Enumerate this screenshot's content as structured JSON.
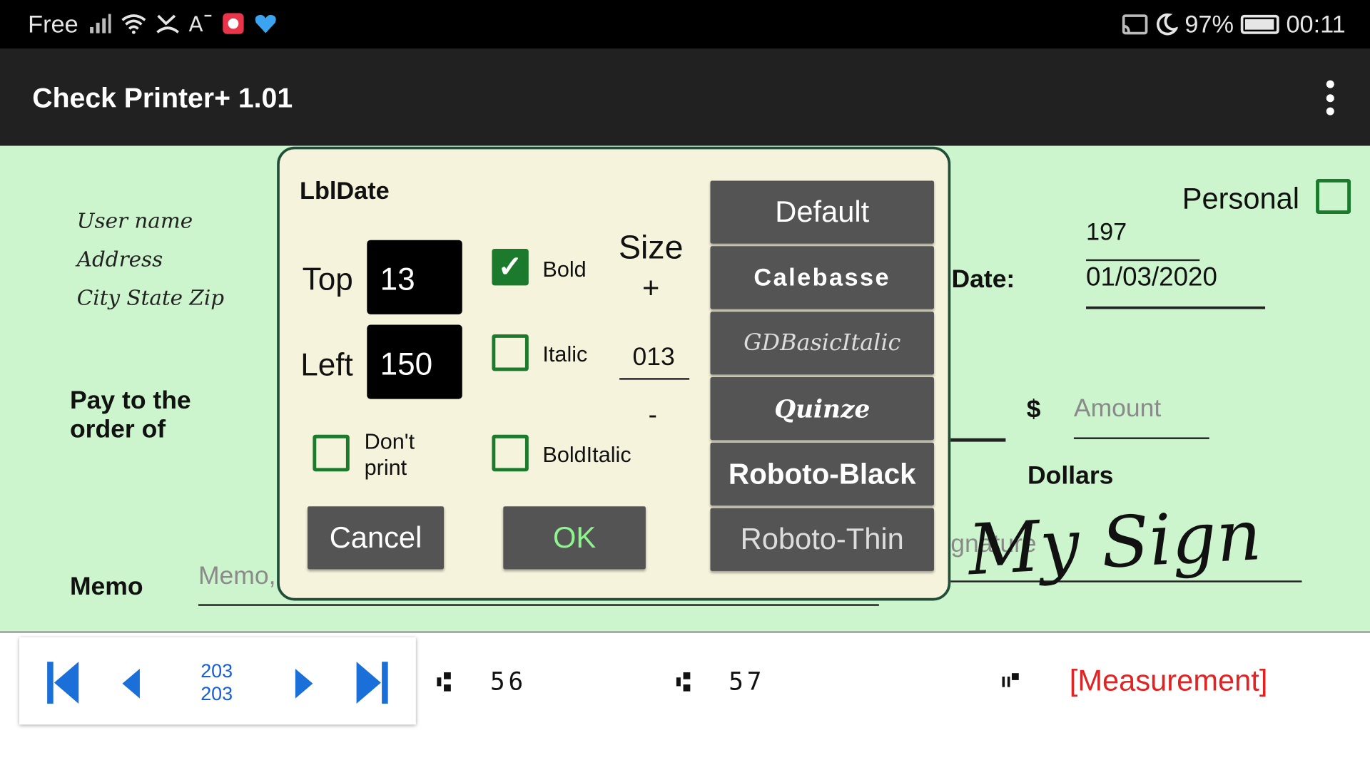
{
  "status_bar": {
    "carrier": "Free",
    "battery": "97%",
    "time": "00:11"
  },
  "app_bar": {
    "title": "Check Printer+ 1.01"
  },
  "check": {
    "user_name": "User name",
    "address": "Address",
    "city_state_zip": "City State Zip",
    "personal_label": "Personal",
    "check_number": "197",
    "date_label": "Date:",
    "date_value": "01/03/2020",
    "pay_to_label": "Pay to the order of",
    "dollar_sign": "$",
    "amount_placeholder": "Amount",
    "dollars_label": "Dollars",
    "memo_label": "Memo",
    "memo_placeholder": "Memo,",
    "signature_placeholder": "gnature",
    "signature_text": "My Sign"
  },
  "dialog": {
    "title": "LblDate",
    "top_label": "Top",
    "top_value": "13",
    "left_label": "Left",
    "left_value": "150",
    "bold_label": "Bold",
    "bold_checked": true,
    "italic_label": "Italic",
    "italic_checked": false,
    "bolditalic_label": "BoldItalic",
    "bolditalic_checked": false,
    "dont_print_label": "Don't print",
    "dont_print_checked": false,
    "size_label": "Size",
    "size_plus": "+",
    "size_value": "013",
    "size_minus": "-",
    "cancel_label": "Cancel",
    "ok_label": "OK",
    "fonts": [
      "Default",
      "Calebasse",
      "GDBasicItalic",
      "Quinze",
      "Roboto-Black",
      "Roboto-Thin"
    ]
  },
  "bottom_bar": {
    "page_current": "203",
    "page_total": "203",
    "value_a": "56",
    "value_b": "57",
    "measurement_label": "[Measurement]"
  },
  "colors": {
    "check_background": "#cdf5cd",
    "dialog_background": "#f6f3dc",
    "checkbox_green": "#1b7a2c",
    "ok_text": "#8ef58e",
    "nav_blue": "#1560d6",
    "measurement_red": "#e02424"
  }
}
